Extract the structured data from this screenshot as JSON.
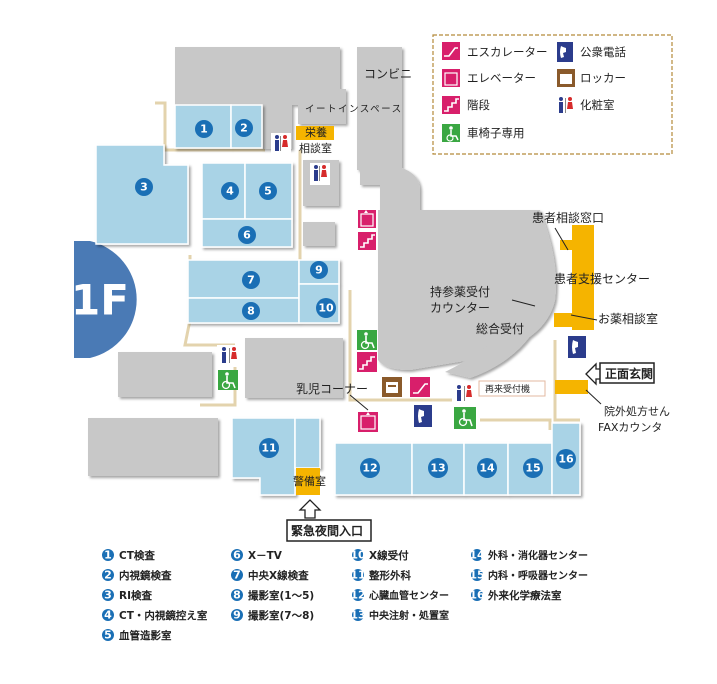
{
  "floor_label": "1F",
  "rooms": {
    "r1": "1",
    "r2": "2",
    "r3": "3",
    "r4": "4",
    "r5": "5",
    "r6": "6",
    "r7": "7",
    "r8": "8",
    "r9": "9",
    "r10": "10",
    "r11": "11",
    "r12": "12",
    "r13": "13",
    "r14": "14",
    "r15": "15",
    "r16": "16"
  },
  "labels": {
    "convenience": "コンビニ",
    "eat_in": "イートインスペース",
    "nutrition_1": "栄養",
    "nutrition_2": "相談室",
    "patient_consult": "患者相談窓口",
    "patient_support": "患者支援センター",
    "medicine_consult": "お薬相談室",
    "bring_in_1": "持参薬受付",
    "bring_in_2": "カウンター",
    "general_reception": "総合受付",
    "main_entrance": "正面玄関",
    "nursing": "乳児コーナー",
    "revisit_reception": "再来受付機",
    "fax_1": "院外処方せん",
    "fax_2": "FAXカウンタ",
    "guard_room": "警備室",
    "night_entrance": "緊急夜間入口"
  },
  "legend": {
    "escalator": "エスカレーター",
    "phone": "公衆電話",
    "elevator": "エレベーター",
    "locker": "ロッカー",
    "stairs": "階段",
    "toilet": "化粧室",
    "wheelchair": "車椅子専用"
  },
  "room_list": [
    {
      "num": "1",
      "name": "CT検査"
    },
    {
      "num": "2",
      "name": "内視鏡検査"
    },
    {
      "num": "3",
      "name": "RI検査"
    },
    {
      "num": "4",
      "name": "CT・内視鏡控え室"
    },
    {
      "num": "5",
      "name": "血管造影室"
    },
    {
      "num": "6",
      "name": "X－TV"
    },
    {
      "num": "7",
      "name": "中央X線検査"
    },
    {
      "num": "8",
      "name": "撮影室(1～5)"
    },
    {
      "num": "9",
      "name": "撮影室(7～8)"
    },
    {
      "num": "10",
      "name": "X線受付"
    },
    {
      "num": "11",
      "name": "整形外科"
    },
    {
      "num": "12",
      "name": "心臓血管センター"
    },
    {
      "num": "13",
      "name": "中央注射・処置室"
    },
    {
      "num": "14",
      "name": "外科・消化器センター"
    },
    {
      "num": "15",
      "name": "内科・呼吸器センター"
    },
    {
      "num": "16",
      "name": "外来化学療法室"
    }
  ],
  "colors": {
    "room_blue": "#a9d3e6",
    "room_gray": "#c8c8c8",
    "accent_yellow": "#f5b400",
    "marker_blue": "#1a6fb5",
    "floor_blue": "#4a7ab5",
    "icon_pink": "#d81f6b",
    "icon_green": "#3aa742",
    "icon_navy": "#2b3c8c",
    "icon_brown": "#8a5a2b"
  }
}
